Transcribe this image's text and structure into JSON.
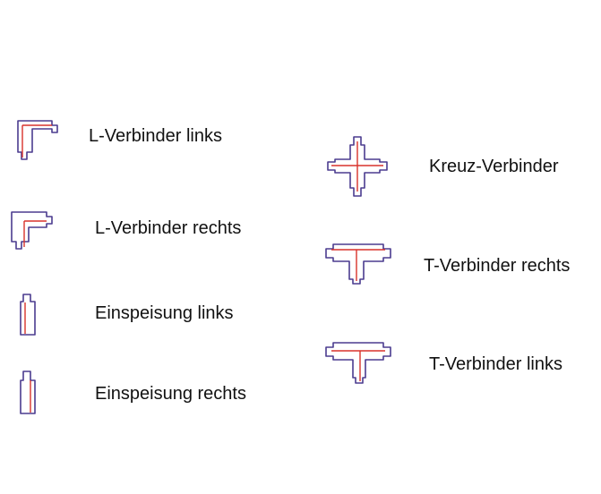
{
  "colors": {
    "outline": "#4b3c8f",
    "rail": "#d9322b",
    "text": "#111111"
  },
  "components": [
    {
      "id": "l-left",
      "label": "L-Verbinder links",
      "icon": "l-connector-left-icon"
    },
    {
      "id": "l-right",
      "label": "L-Verbinder rechts",
      "icon": "l-connector-right-icon"
    },
    {
      "id": "feed-left",
      "label": "Einspeisung links",
      "icon": "feed-in-left-icon"
    },
    {
      "id": "feed-right",
      "label": "Einspeisung rechts",
      "icon": "feed-in-right-icon"
    },
    {
      "id": "cross",
      "label": "Kreuz-Verbinder",
      "icon": "cross-connector-icon"
    },
    {
      "id": "t-right",
      "label": "T-Verbinder rechts",
      "icon": "t-connector-right-icon"
    },
    {
      "id": "t-left",
      "label": "T-Verbinder links",
      "icon": "t-connector-left-icon"
    }
  ]
}
